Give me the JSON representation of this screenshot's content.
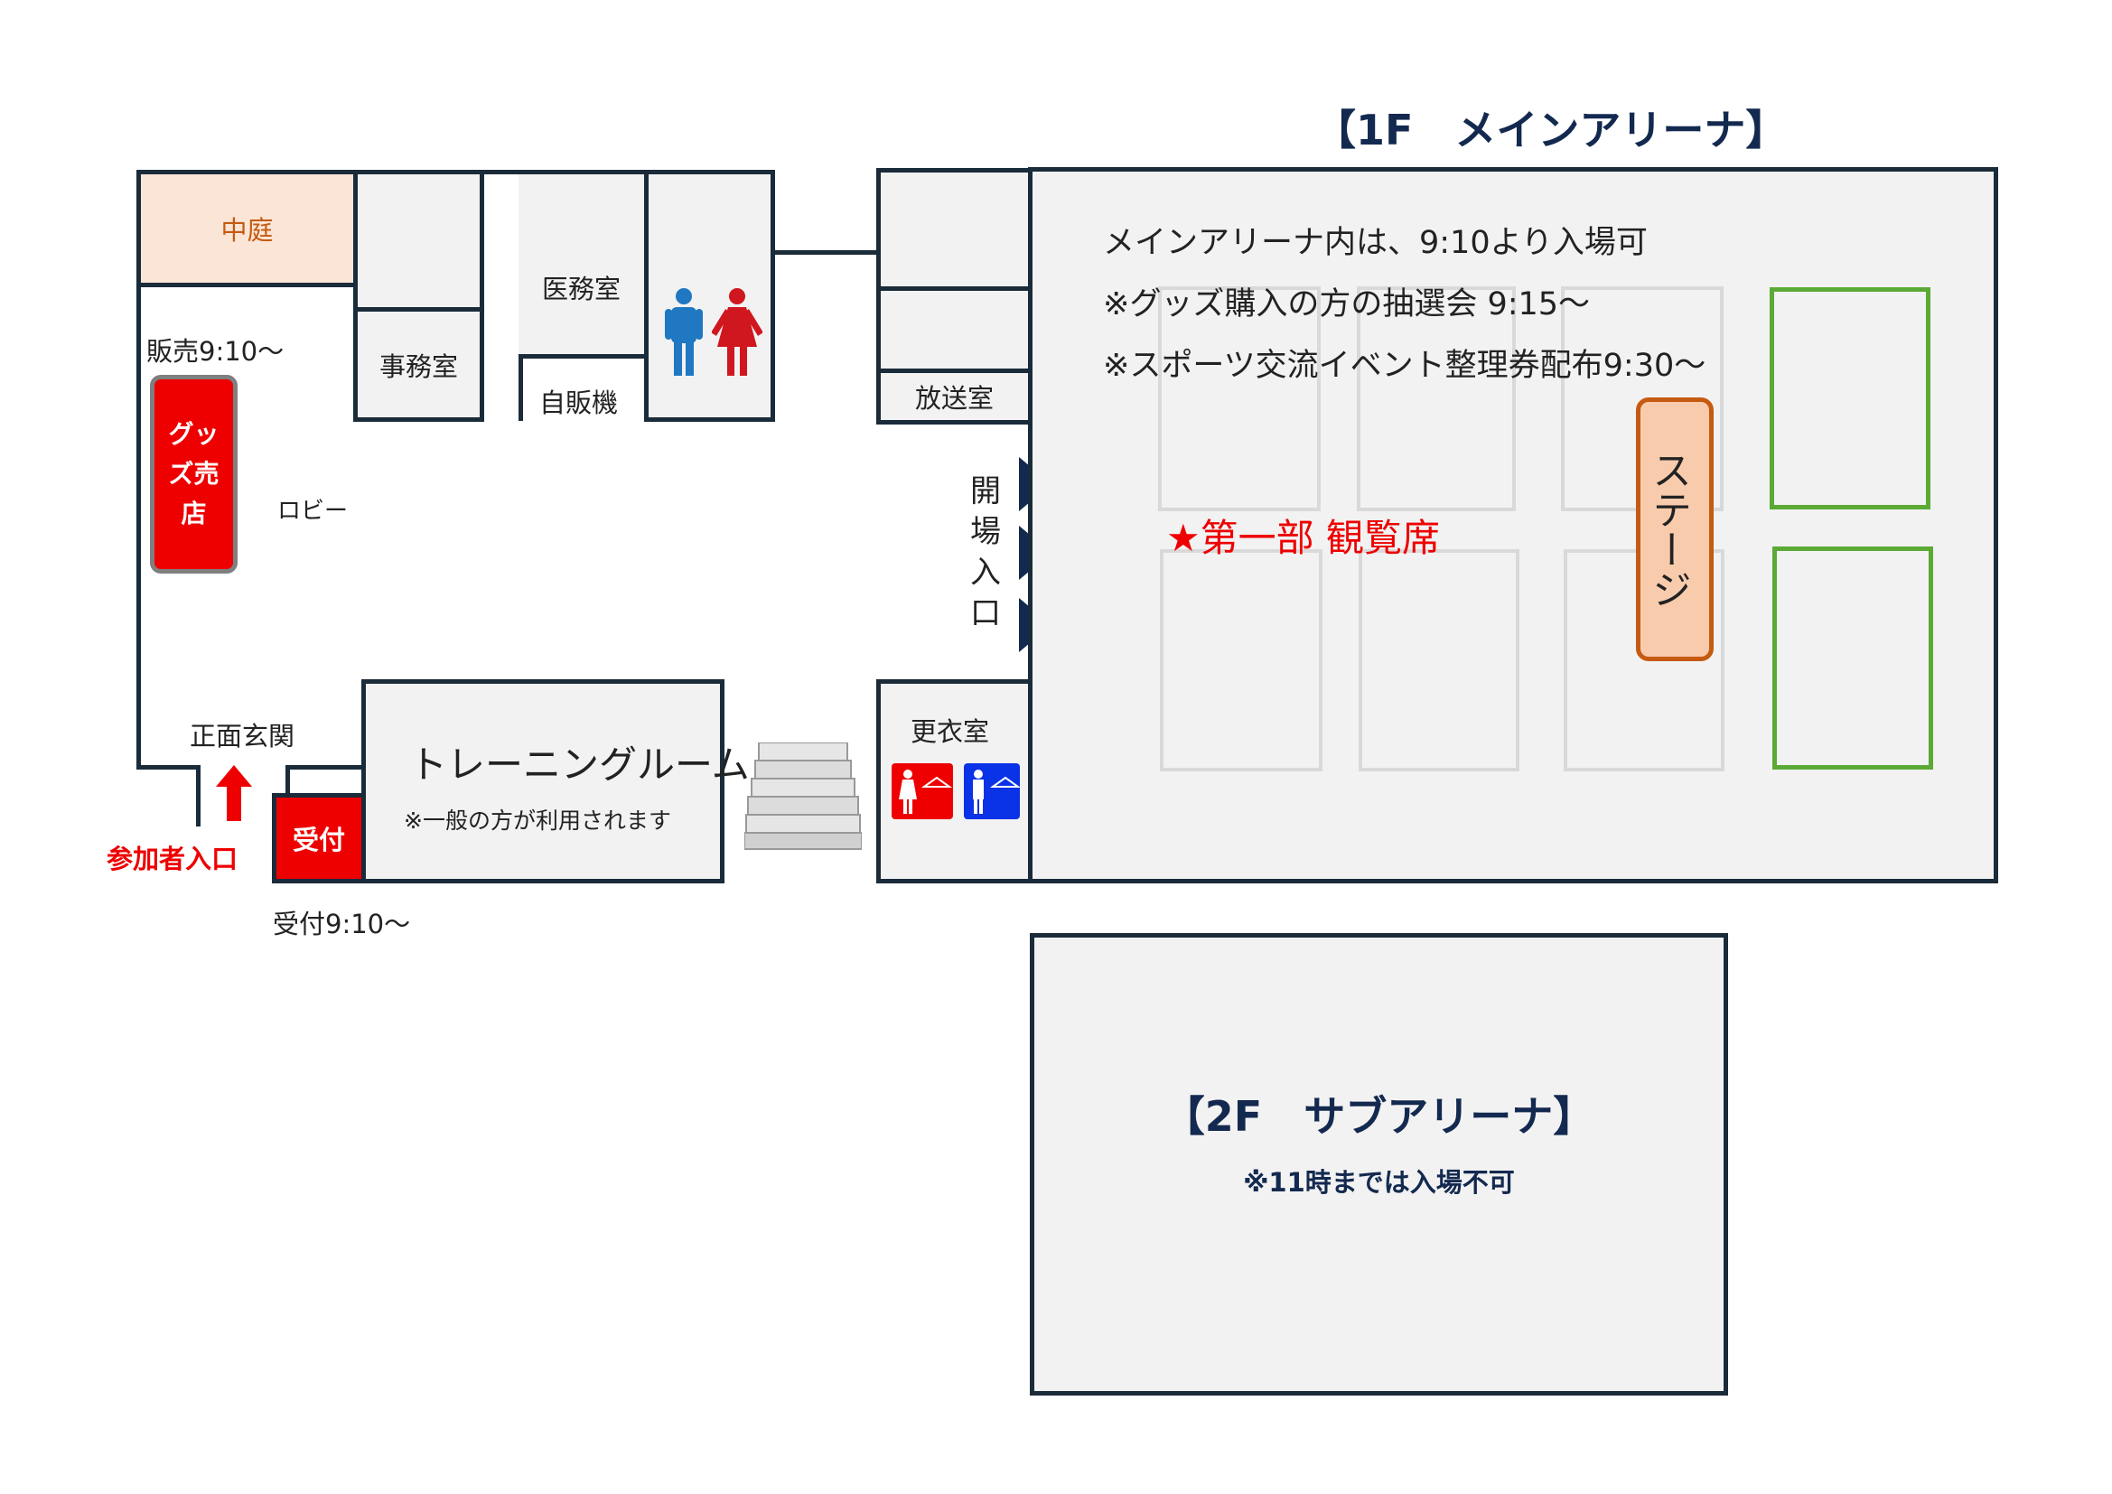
{
  "main_arena": {
    "title": "【1F　メインアリーナ】",
    "notes": [
      "メインアリーナ内は、9:10より入場可",
      "※グッズ購入の方の抽選会 9:15～",
      "※スポーツ交流イベント整理券配布9:30～"
    ],
    "seating_label": "★第一部 観覧席",
    "stage_label": "ステージ"
  },
  "sub_arena": {
    "title": "【2F　サブアリーナ】",
    "note": "※11時までは入場不可"
  },
  "rooms": {
    "courtyard": "中庭",
    "office": "事務室",
    "medical": "医務室",
    "vending": "自販機",
    "broadcast": "放送室",
    "changing": "更衣室",
    "training": "トレーニングルーム",
    "training_note": "※一般の方が利用されます",
    "reception": "受付",
    "goods_shop": "グッズ売店",
    "lobby": "ロビー",
    "front_entrance": "正面玄関"
  },
  "labels": {
    "goods_sale_time": "販売9:10～",
    "reception_time": "受付9:10～",
    "participant_entrance": "参加者入口",
    "venue_entrance": "開場入口"
  },
  "colors": {
    "wall": "#1a2b3a",
    "red": "#ee0000",
    "courtyard": "#fbe5d6",
    "stage": "#f8cbad",
    "green": "#5aaa35",
    "navy": "#13294f"
  }
}
